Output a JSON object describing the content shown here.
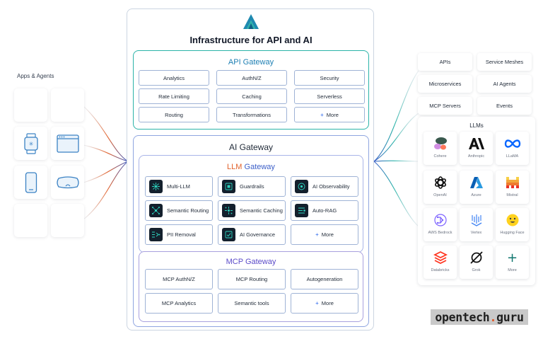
{
  "left": {
    "title": "Apps & Agents",
    "tiles": [
      "blank",
      "blank",
      "smartwatch-icon",
      "browser-window-icon",
      "smartphone-icon",
      "vr-headset-icon",
      "blank",
      "blank"
    ]
  },
  "main": {
    "title": "Infrastructure for API and AI",
    "api_gateway": {
      "title": "API Gateway",
      "items": [
        "Analytics",
        "AuthN/Z",
        "Security",
        "Rate Limiting",
        "Caching",
        "Serverless",
        "Routing",
        "Transformations",
        "More"
      ]
    },
    "ai_gateway": {
      "title": "AI Gateway",
      "llm_gateway": {
        "title_word1": "LLM",
        "title_word2": "Gateway",
        "items": [
          "Multi-LLM",
          "Guardrails",
          "AI Observability",
          "Semantic Routing",
          "Semantic Caching",
          "Auto-RAG",
          "PII Removal",
          "AI Governance",
          "More"
        ]
      },
      "mcp_gateway": {
        "title": "MCP Gateway",
        "items": [
          "MCP AuthN/Z",
          "MCP Routing",
          "Autogeneration",
          "MCP Analytics",
          "Semantic tools",
          "More"
        ]
      }
    }
  },
  "right": {
    "services": [
      "APIs",
      "Service Meshes",
      "Microservices",
      "AI Agents",
      "MCP Servers",
      "Events"
    ],
    "llms": {
      "title": "LLMs",
      "providers": [
        "Cohere",
        "Anthropic",
        "LLaMA",
        "OpenAI",
        "Azure",
        "Mistral",
        "AWS Bedrock",
        "Vertex",
        "Hugging Face",
        "Databricks",
        "Grok",
        "More"
      ]
    }
  },
  "watermark": {
    "part1": "opentech",
    "dot": ".",
    "part2": "guru"
  },
  "colors": {
    "api_border": "#2bb3a8",
    "llm_orange": "#e1612b",
    "gateway_blue": "#3c5fc8",
    "mcp_purple": "#5b4bc9",
    "more_plus": "#2563eb",
    "feature_icon_bg": "#14202d",
    "feature_icon_fg": "#2dd4bf"
  }
}
